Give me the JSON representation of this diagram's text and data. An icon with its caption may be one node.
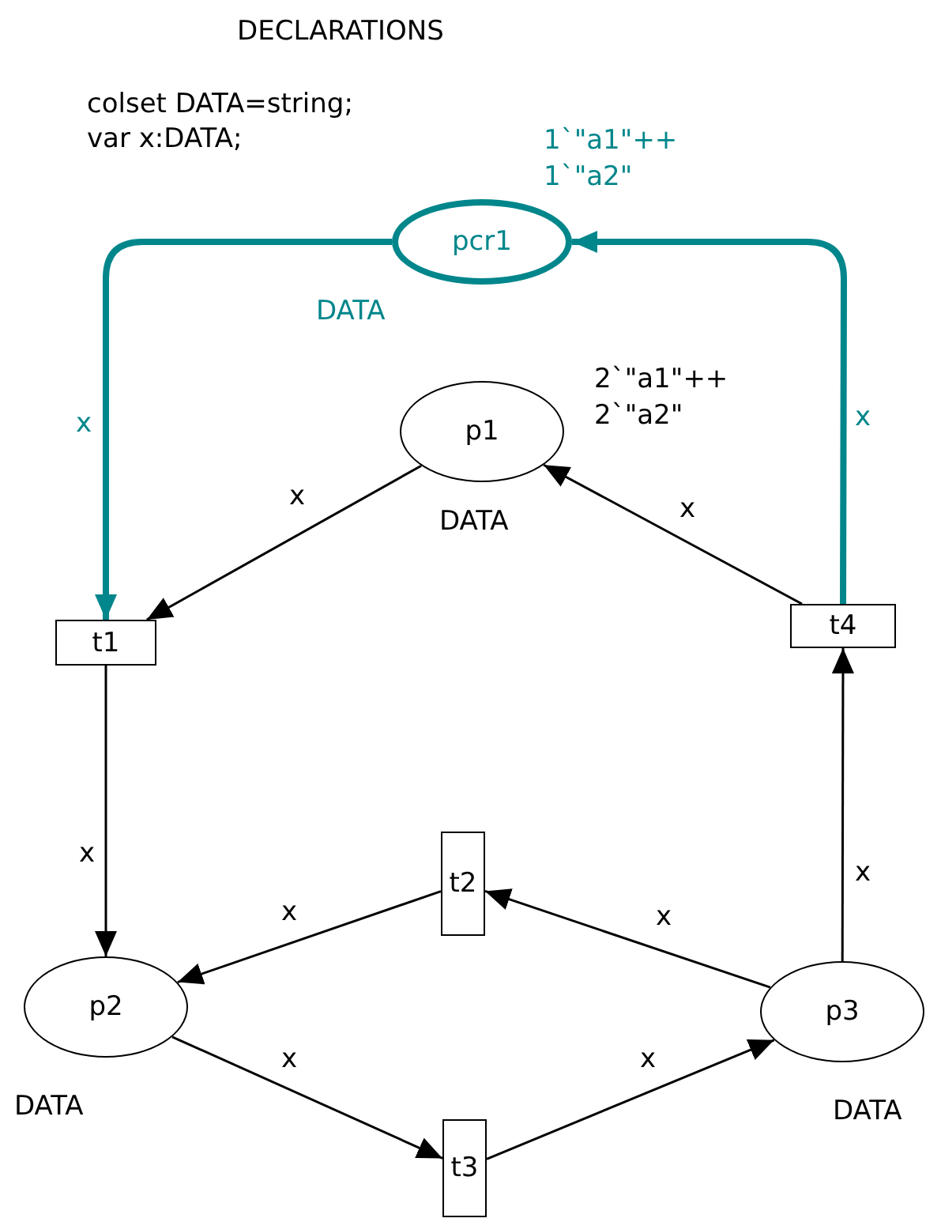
{
  "diagram": {
    "nodes": [
      {
        "text": [
          "pcr1"
        ],
        "beside": [
          "DATA",
          "1`\"a1\"++ 1`\"a2\""
        ]
      },
      {
        "text": [
          "p1"
        ],
        "beside": [
          "DATA",
          "2`\"a1\"++ 2`\"a2\""
        ]
      },
      {
        "text": [
          "t1"
        ]
      },
      {
        "text": [
          "t4"
        ]
      },
      {
        "text": [
          "t2"
        ]
      },
      {
        "text": [
          "p2"
        ],
        "beside": [
          "DATA"
        ]
      },
      {
        "text": [
          "p3"
        ],
        "beside": [
          "DATA"
        ]
      },
      {
        "text": [
          "t3"
        ]
      }
    ],
    "edges": [
      {
        "from": 0,
        "to": 2,
        "arrow": "to",
        "label": "x",
        "style": "thick",
        "color": "#00868b"
      },
      {
        "from": 3,
        "to": 0,
        "arrow": "to",
        "label": "x",
        "style": "thick",
        "color": "#00868b"
      },
      {
        "from": 1,
        "to": 2,
        "arrow": "to",
        "label": "x"
      },
      {
        "from": 3,
        "to": 1,
        "arrow": "to",
        "label": "x"
      },
      {
        "from": 2,
        "to": 5,
        "arrow": "to",
        "label": "x"
      },
      {
        "from": 4,
        "to": 5,
        "arrow": "to",
        "label": "x"
      },
      {
        "from": 6,
        "to": 4,
        "arrow": "to",
        "label": "x"
      },
      {
        "from": 5,
        "to": 7,
        "arrow": "to",
        "label": "x"
      },
      {
        "from": 7,
        "to": 6,
        "arrow": "to",
        "label": "x"
      },
      {
        "from": 6,
        "to": 3,
        "arrow": "to",
        "label": "x"
      }
    ],
    "labels": [
      "DECLARATIONS",
      "colset DATA=string;",
      "var x:DATA;"
    ]
  }
}
